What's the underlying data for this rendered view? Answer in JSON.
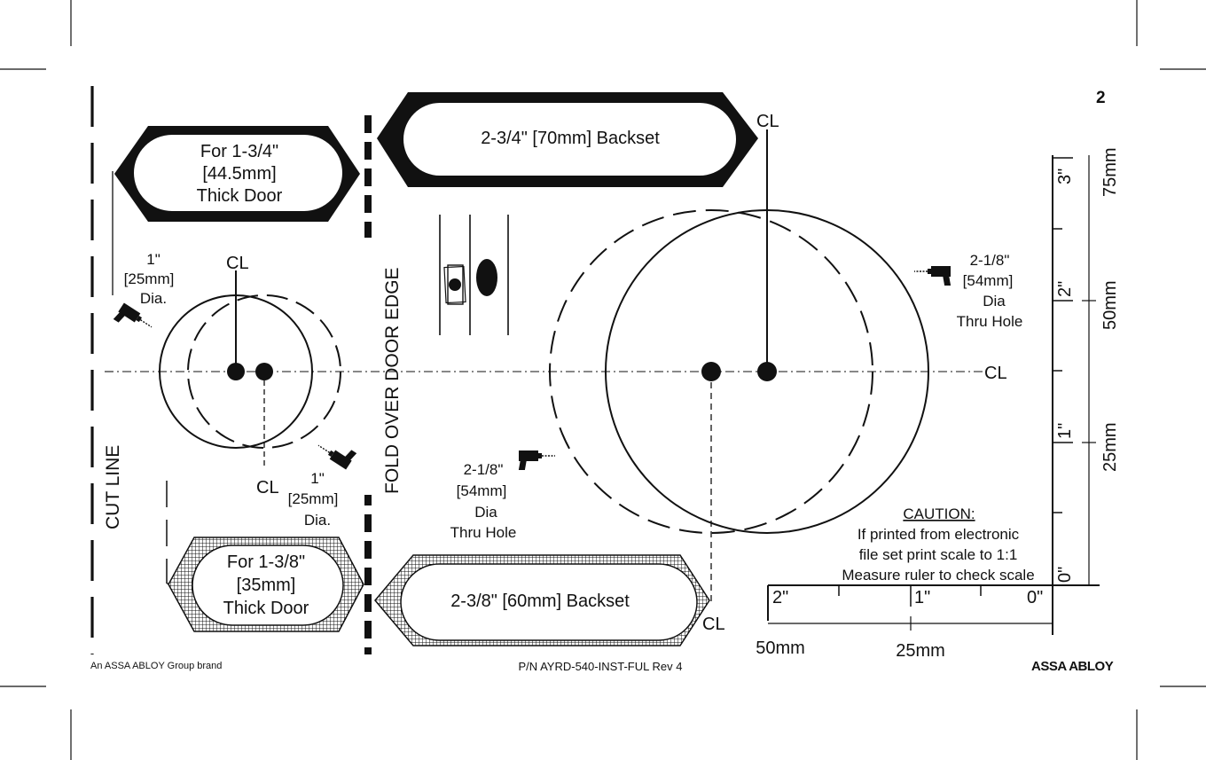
{
  "page_number": "2",
  "labels": {
    "thick_door_large": [
      "For 1-3/4\"",
      "[44.5mm]",
      "Thick Door"
    ],
    "thick_door_small": [
      "For 1-3/8\"",
      "[35mm]",
      "Thick Door"
    ],
    "backset_large": "2-3/4\" [70mm] Backset",
    "backset_small": "2-3/8\" [60mm] Backset",
    "fold_over_door_edge": "FOLD OVER DOOR EDGE",
    "cut_line": "CUT LINE",
    "centerline": "CL",
    "edge_hole_top": [
      "1\"",
      "[25mm]",
      "Dia."
    ],
    "edge_hole_bottom": [
      "1\"",
      "[25mm]",
      "Dia."
    ],
    "thru_hole_right": [
      "2-1/8\"",
      "[54mm]",
      "Dia",
      "Thru Hole"
    ],
    "thru_hole_left": [
      "2-1/8\"",
      "[54mm]",
      "Dia",
      "Thru Hole"
    ]
  },
  "caution": {
    "title": "CAUTION:",
    "lines": [
      "If printed from electronic",
      "file set print scale to 1:1",
      "Measure ruler to check scale"
    ]
  },
  "ruler_horizontal": {
    "inch_labels": [
      "2\"",
      "1\"",
      "0\""
    ],
    "mm_labels": [
      "50mm",
      "25mm"
    ]
  },
  "ruler_vertical": {
    "inch_labels": [
      "0\"",
      "1\"",
      "2\"",
      "3\""
    ],
    "mm_labels": [
      "25mm",
      "50mm",
      "75mm"
    ]
  },
  "footer": {
    "brand_left": "An ASSA ABLOY Group brand",
    "part_number": "P/N AYRD-540-INST-FUL Rev 4",
    "logo": "ASSA ABLOY"
  },
  "icons": {
    "drill": "drill-icon",
    "latch": "latch-icon"
  }
}
